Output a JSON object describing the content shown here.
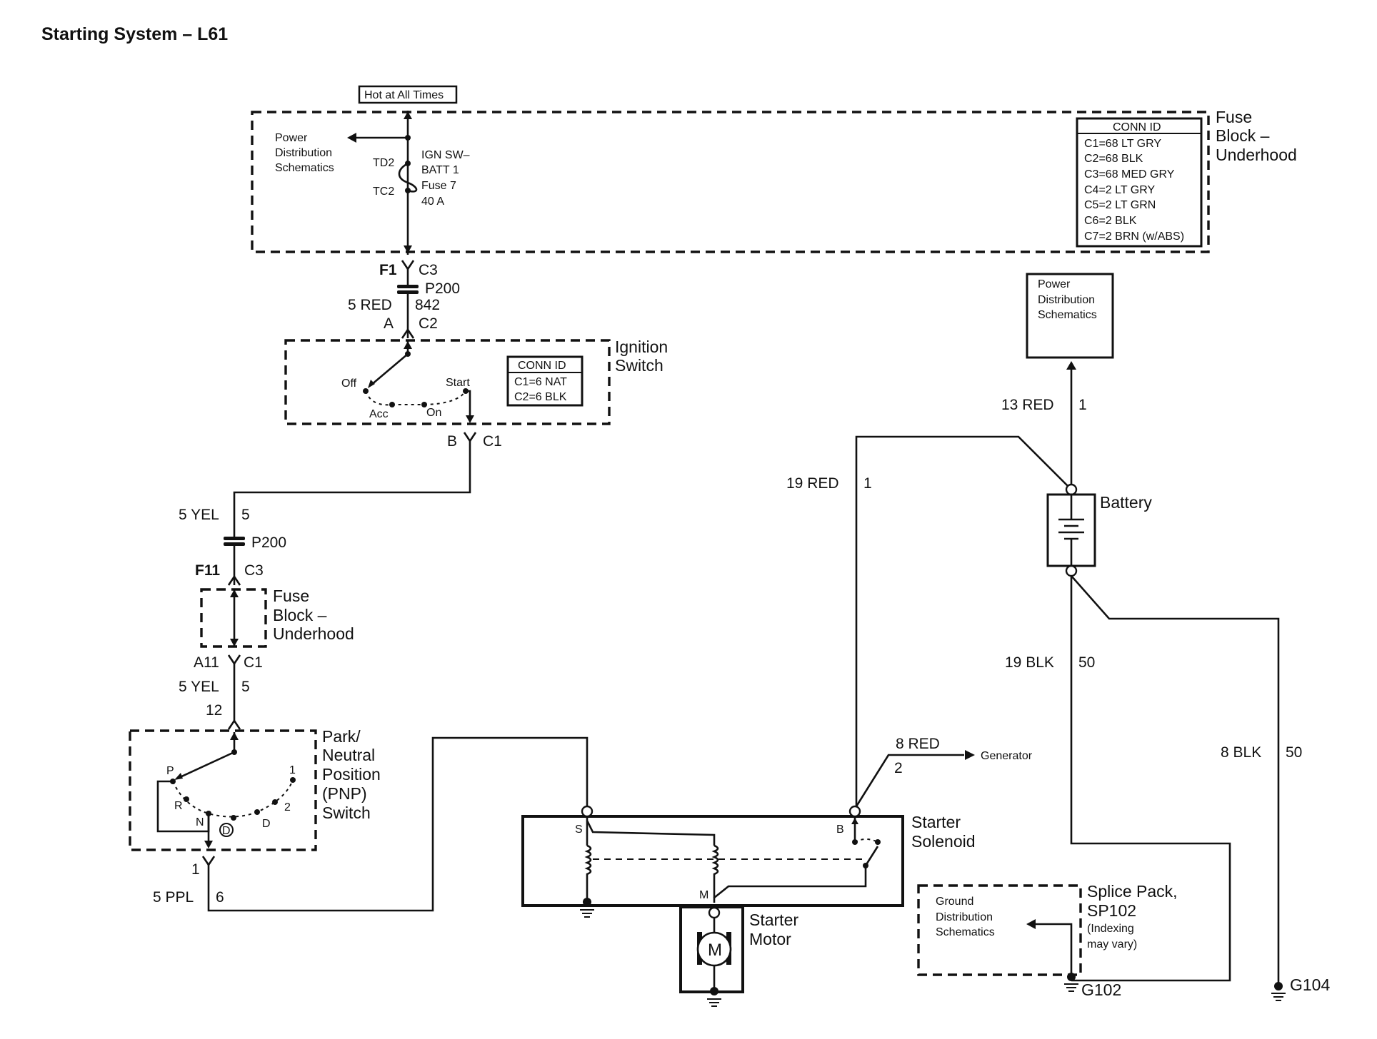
{
  "title": "Starting System – L61",
  "hot_label": "Hot at All Times",
  "fuse_block_top": {
    "name_l1": "Fuse",
    "name_l2": "Block –",
    "name_l3": "Underhood",
    "pds_l1": "Power",
    "pds_l2": "Distribution",
    "pds_l3": "Schematics",
    "td2": "TD2",
    "tc2": "TC2",
    "fuse_l1": "IGN SW–",
    "fuse_l2": "BATT 1",
    "fuse_l3": "Fuse 7",
    "fuse_l4": "40 A",
    "conn_header": "CONN ID",
    "conn_rows": [
      "C1=68 LT GRY",
      "C2=68 BLK",
      "C3=68 MED GRY",
      "C4=2 LT GRY",
      "C5=2 LT GRN",
      "C6=2 BLK",
      "C7=2 BRN (w/ABS)"
    ]
  },
  "wire_842": {
    "f1": "F1",
    "c3": "C3",
    "p200": "P200",
    "color": "5 RED",
    "circuit": "842",
    "a": "A",
    "c2": "C2"
  },
  "ignition_switch": {
    "name_l1": "Ignition",
    "name_l2": "Switch",
    "off": "Off",
    "acc": "Acc",
    "on": "On",
    "start": "Start",
    "conn_header": "CONN ID",
    "conn_rows": [
      "C1=6 NAT",
      "C2=6 BLK"
    ],
    "b": "B",
    "c1": "C1"
  },
  "wire_5": {
    "color": "5 YEL",
    "circuit": "5",
    "p200": "P200",
    "f11": "F11",
    "c3": "C3"
  },
  "fuse_block_small": {
    "name_l1": "Fuse",
    "name_l2": "Block –",
    "name_l3": "Underhood"
  },
  "wire_5b": {
    "a11": "A11",
    "c1": "C1",
    "color": "5 YEL",
    "circuit": "5",
    "pin": "12"
  },
  "pnp_switch": {
    "name_l1": "Park/",
    "name_l2": "Neutral",
    "name_l3": "Position",
    "name_l4": "(PNP)",
    "name_l5": "Switch",
    "p": "P",
    "r": "R",
    "n": "N",
    "d_circle": "D",
    "d": "D",
    "two": "2",
    "one": "1",
    "pin": "1"
  },
  "wire_6": {
    "color": "5 PPL",
    "circuit": "6"
  },
  "starter_solenoid": {
    "name_l1": "Starter",
    "name_l2": "Solenoid",
    "s": "S",
    "b": "B",
    "m": "M"
  },
  "starter_motor": {
    "name_l1": "Starter",
    "name_l2": "Motor",
    "symbol": "M"
  },
  "wire_generator": {
    "color": "8 RED",
    "circuit": "2",
    "dest": "Generator"
  },
  "wire_batt_pos": {
    "color": "19 RED",
    "circuit": "1"
  },
  "wire_pds": {
    "color": "13 RED",
    "circuit": "1"
  },
  "pds_right": {
    "l1": "Power",
    "l2": "Distribution",
    "l3": "Schematics"
  },
  "battery": {
    "name": "Battery"
  },
  "wire_batt_neg": {
    "color": "19 BLK",
    "circuit": "50"
  },
  "wire_ground": {
    "color": "8 BLK",
    "circuit": "50"
  },
  "ground_dist": {
    "l1": "Ground",
    "l2": "Distribution",
    "l3": "Schematics"
  },
  "splice_pack": {
    "l1": "Splice Pack,",
    "l2": "SP102",
    "l3": "(Indexing",
    "l4": "may vary)"
  },
  "grounds": {
    "g102": "G102",
    "g104": "G104"
  }
}
